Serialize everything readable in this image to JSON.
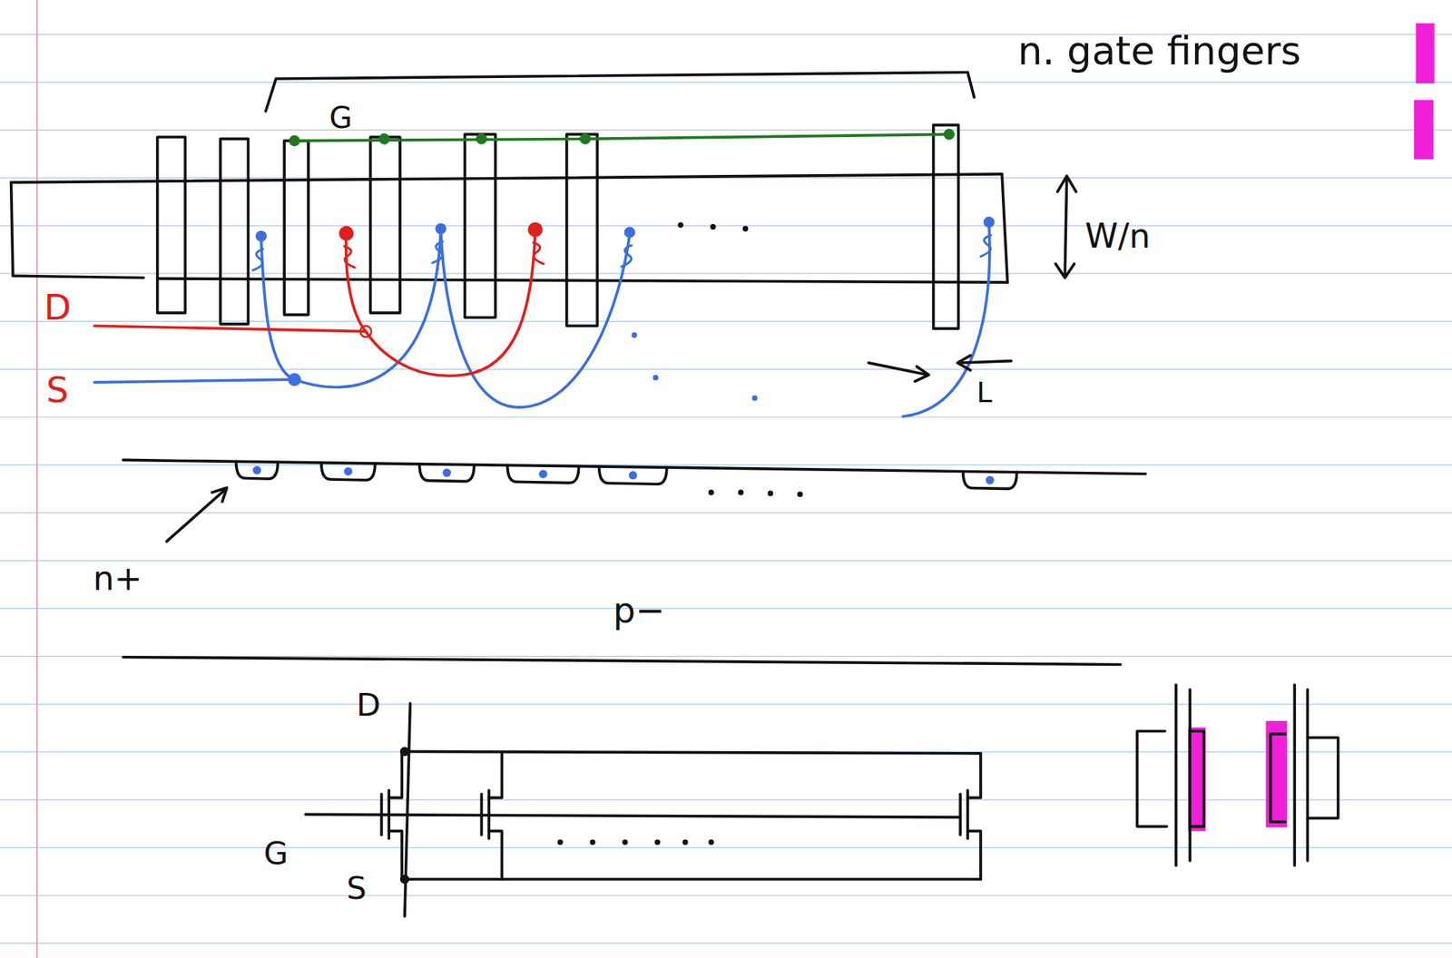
{
  "diagram": {
    "labels": [
      "n. gate fingers",
      "G",
      "W/n",
      "D",
      "S",
      "L",
      "n+",
      "p−",
      "D",
      "G",
      "S"
    ]
  }
}
